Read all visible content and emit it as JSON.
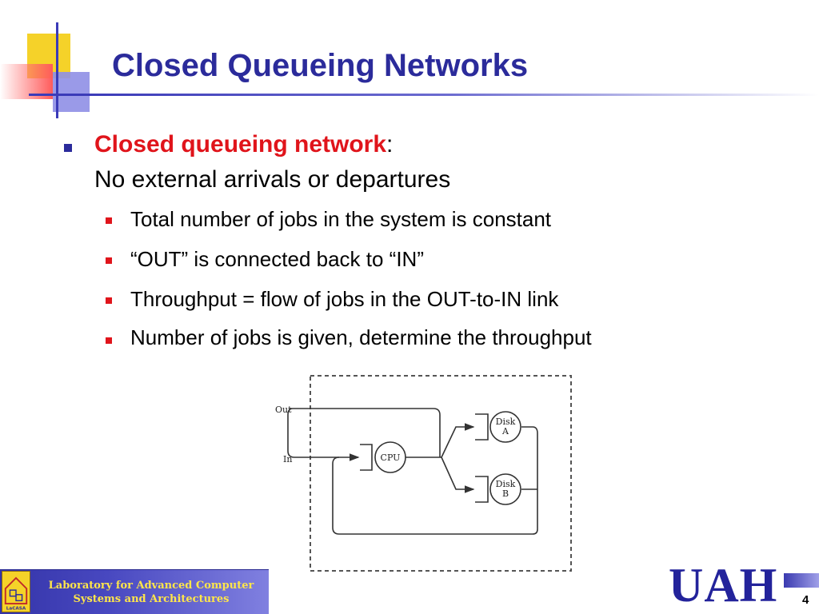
{
  "title": "Closed Queueing Networks",
  "bullet": {
    "term": "Closed queueing network",
    "colon": ":",
    "definition": "No external arrivals or departures"
  },
  "subbullets": [
    "Total number of jobs in the system is constant",
    "“OUT” is connected back to “IN”",
    "Throughput = flow of jobs in the OUT-to-IN link",
    "Number of jobs is given, determine the throughput"
  ],
  "diagram": {
    "out_label": "Out",
    "in_label": "In",
    "cpu_label": "CPU",
    "disk_a_label": [
      "Disk",
      "A"
    ],
    "disk_b_label": [
      "Disk",
      "B"
    ]
  },
  "footer": {
    "lab_line1": "Laboratory for Advanced Computer",
    "lab_line2": "Systems and Architectures",
    "logo_text": "LaCASA",
    "university": "UAH",
    "page_number": "4"
  },
  "colors": {
    "title_blue": "#2b2b9b",
    "accent_red": "#e0141b",
    "footer_yellow": "#ffe64a"
  }
}
